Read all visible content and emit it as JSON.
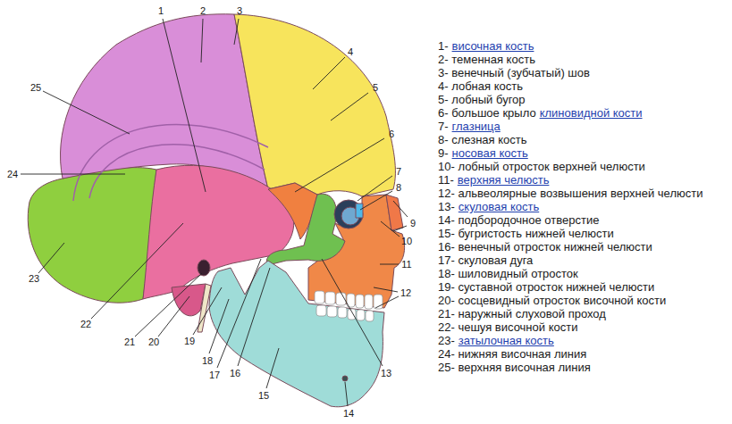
{
  "diagram": {
    "labels": [
      "1",
      "2",
      "3",
      "4",
      "5",
      "6",
      "7",
      "8",
      "9",
      "10",
      "11",
      "12",
      "13",
      "14",
      "15",
      "16",
      "17",
      "18",
      "19",
      "20",
      "21",
      "22",
      "23",
      "24",
      "25",
      "1-",
      "височная кость",
      "2- теменная кость",
      "3- венечный (зубчатый) шов",
      "4- лобная кость",
      "5- лобный бугор",
      "6- большое крыло",
      "клиновидной кости",
      "7-",
      "глазница",
      "8- слезная кость",
      "9-",
      "носовая кость",
      "10- лобный отросток верхней челюсти",
      "11-",
      "верхняя челюсть",
      "12- альвеолярные возвышения верхней челюсти",
      "13-",
      "скуловая кость",
      "14- подбородочное отверстие",
      "15- бугристость нижней челюсти",
      "16- венечный отросток нижней челюсти",
      "17- скуловая дуга",
      "18- шиловидный отросток",
      "19- суставной отросток нижней челюсти",
      "20- сосцевидный отросток височной кости",
      "21- наружный слуховой проход",
      "22- чешуя височной кости",
      "23-",
      "затылочная кость",
      "24- нижняя височная линия",
      "25- верхняя височная линия"
    ]
  }
}
